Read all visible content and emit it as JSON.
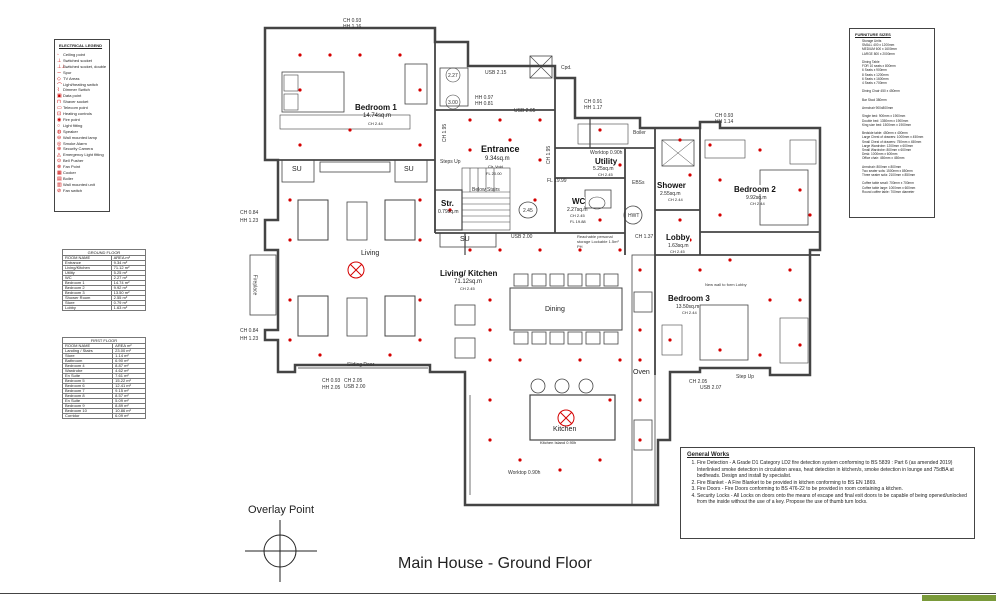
{
  "title": "Main House - Ground Floor",
  "overlay_point_label": "Overlay Point",
  "electrical_legend": {
    "title": "ELECTRICAL LEGEND",
    "items": [
      "Ceiling point",
      "Switched socket",
      "Switched socket, double",
      "Spur",
      "TV Areas",
      "Light/heating switch",
      "Dimmer Switch",
      "Data point",
      "Shaver socket",
      "Telecom point",
      "Heating controls",
      "Fire point",
      "Light fitting",
      "Speaker",
      "Wall mounted lamp",
      "Smoke Alarm",
      "Security Camera",
      "Emergency Light fitting",
      "Bell Pusher",
      "Fan Point",
      "Cooker",
      "Boiler",
      "Wall mounted unit",
      "Fan switch"
    ]
  },
  "ground_floor_schedule": {
    "title": "GROUND FLOOR",
    "headers": [
      "ROOM NAME",
      "AREA m²"
    ],
    "rows": [
      [
        "Entrance",
        "9.34 m²"
      ],
      [
        "Living/Kitchen",
        "71.12 m²"
      ],
      [
        "Utility",
        "5.25 m²"
      ],
      [
        "WC",
        "2.27 m²"
      ],
      [
        "Bedroom 1",
        "14.74 m²"
      ],
      [
        "Bedroom 2",
        "9.92 m²"
      ],
      [
        "Bedroom 3",
        "13.50 m²"
      ],
      [
        "Shower Room",
        "2.55 m²"
      ],
      [
        "Store",
        "0.79 m²"
      ],
      [
        "Lobby",
        "1.63 m²"
      ]
    ]
  },
  "first_floor_schedule": {
    "title": "FIRST FLOOR",
    "headers": [
      "ROOM NAME",
      "AREA m²"
    ],
    "rows": [
      [
        "Landing / Stairs",
        "23.00 m²"
      ],
      [
        "Store",
        "1.14 m²"
      ],
      [
        "Bathroom",
        "6.90 m²"
      ],
      [
        "Bedroom 4",
        "8.87 m²"
      ],
      [
        "Wardrobe",
        "4.62 m²"
      ],
      [
        "En Suite",
        "7.61 m²"
      ],
      [
        "Bedroom 5",
        "15.22 m²"
      ],
      [
        "Bedroom 6",
        "12.41 m²"
      ],
      [
        "Bedroom 7",
        "9.15 m²"
      ],
      [
        "Bedroom 8",
        "8.57 m²"
      ],
      [
        "En Suite",
        "5.09 m²"
      ],
      [
        "Bedroom 9",
        "8.89 m²"
      ],
      [
        "Bedroom 10",
        "10.86 m²"
      ],
      [
        "Corridor",
        "6.09 m²"
      ]
    ]
  },
  "furniture_sizes": {
    "title": "FURNITURE SIZES",
    "lines": [
      "Storage Units",
      "SMALL 400 x 1200mm",
      "MEDIUM 600 x 1600mm",
      "LARGE 800 x 2000mm",
      "",
      "Dining Table",
      "FOR 10 seats x 800mm",
      "  6 Seats x 900mm",
      "  8 Seats x 1200mm",
      "  6 Seats x 1600mm",
      "  4 Seats x 700mm",
      "",
      "Dining Chair 450 x 450mm",
      "",
      "Bar Stool 380mm",
      "",
      "Armchair 900x800mm",
      "",
      "Single bed: 900mm x 1900mm",
      "Double bed: 1350mm x 1900mm",
      "King size bed: 1500mm x 1900mm",
      "",
      "Bedside table: 450mm x 400mm",
      "Large Chest of drawers: 1000mm x 450mm",
      "Small Chest of drawers: 750mm x 450mm",
      "Large Wardrobe: 1200mm x 600mm",
      "Small Wardrobe: 800mm x 600mm",
      "Desk: 1000mm x 600mm",
      "Office chair: 450mm x 450mm",
      "",
      "Armchair: 800mm x 800mm",
      "Two seater sofa: 1500mm x 850mm",
      "Three seater sofa: 2100mm x 850mm",
      "",
      "Coffee table small: 700mm x 700mm",
      "Coffee table large: 1000mm x 600mm",
      "Round coffee table: 700mm diameter"
    ]
  },
  "general_works": {
    "title": "General Works",
    "items": [
      "Fire Detection - A Grade D1 Category LD2 fire detection system conforming to BS 5839 : Part 6 (as amended 2019) Interlinked smoke detection in circulation areas, heat detection in kitchen/s, smoke detection in lounge and 75dBA at bedheads. Design and install by specialist.",
      "Fire Blanket - A Fire Blanket to be provided in kitchen conforming to BS EN 1869.",
      "Fire Doors - Fire Doors conforming to BS 476-22 to be provided in room containing a kitchen.",
      "Security Locks - All Locks on doors onto the means of escape and final exit doors to be capable of being opened/unlocked from the inside without the use of a key. Propose the use of thumb turn locks."
    ]
  },
  "rooms": {
    "bedroom1": {
      "name": "Bedroom 1",
      "area": "14.74sq.m",
      "ch": "CH 2.44"
    },
    "entrance": {
      "name": "Entrance",
      "area": "9.34sq.m",
      "note": "Clr. Void",
      "fl": "FL 20.00"
    },
    "utility": {
      "name": "Utility",
      "area": "5.25sq.m",
      "ch": "CH 2.45"
    },
    "shower": {
      "name": "Shower",
      "area": "2.55sq.m",
      "ch": "CH 2.44"
    },
    "bedroom2": {
      "name": "Bedroom 2",
      "area": "9.92sq.m",
      "ch": "CH 2.44"
    },
    "store": {
      "name": "Str.",
      "area": "0.79sq.m"
    },
    "wc": {
      "name": "WC",
      "area": "2.27sq.m",
      "ch": "CH 2.45",
      "fl": "FL 19.88"
    },
    "lobby": {
      "name": "Lobby",
      "area": "1.63sq.m",
      "ch": "CH 2.45"
    },
    "living_kitchen": {
      "name": "Living/ Kitchen",
      "area": "71.12sq.m",
      "ch": "CH 2.45"
    },
    "bedroom3": {
      "name": "Bedroom 3",
      "area": "13.50sq.m",
      "ch": "CH 2.44"
    },
    "living": {
      "name": "Living"
    },
    "dining": {
      "name": "Dining"
    },
    "kitchen": {
      "name": "Kitchen",
      "note": "Kitchen Island 0.90h"
    }
  },
  "annotations": {
    "su": "SU",
    "oven": "Oven",
    "boiler": "Boiler",
    "hwt": "HWT",
    "cpd": "Cpd.",
    "sliding_door": "Sliding Door",
    "below_stairs": "Below Stairs",
    "steps_up": "Steps Up",
    "step_up": "Step Up",
    "fireplace": "Fireplace",
    "worktop_top": "Worktop 0.90h",
    "worktop_bottom": "Worktop 0.90h",
    "usb_top": "USB 2.15",
    "usb_mid": "USB 2.00",
    "usb_lower": "USB 2.00",
    "storage_note": "Reachable personal storage Lockable 1.5m² PH",
    "new_wall_note": "New wall to form Lobby",
    "ch_top": "CH 0.93",
    "hh_top": "HH 1.16",
    "ch_left_a": "CH 0.84",
    "hh_left_a": "HH 1.23",
    "ch_left_b": "CH 0.84",
    "hh_left_b": "HH 1.23",
    "ch_bottom": "CH 0.93",
    "hh_bottom": "HH 2.05",
    "ch_bottom2": "CH 2.05",
    "ch_util": "CH 0.91",
    "hh_util": "HH 1.17",
    "ch_bed2": "CH 0.93",
    "hh_bed2": "HH 1.14",
    "ch_lobby": "CH 1.37",
    "ch_bed3": "CH 2.05",
    "usb_bed3": "USB 2.07",
    "usb_entrance": "USB 2.05",
    "hh_ent": "HH 0.97",
    "hh_ent2": "HH 0.81",
    "fl_ent": "FL 19.99",
    "circ1": "2.27",
    "circ2": "3.00",
    "circ3": "2.45",
    "ch_side": "CH 1.95",
    "ch_side2": "CH 1.95",
    "ebs": "EBSs"
  },
  "colors": {
    "accent": "#d40000",
    "line": "#333333",
    "wall": "#444444"
  }
}
